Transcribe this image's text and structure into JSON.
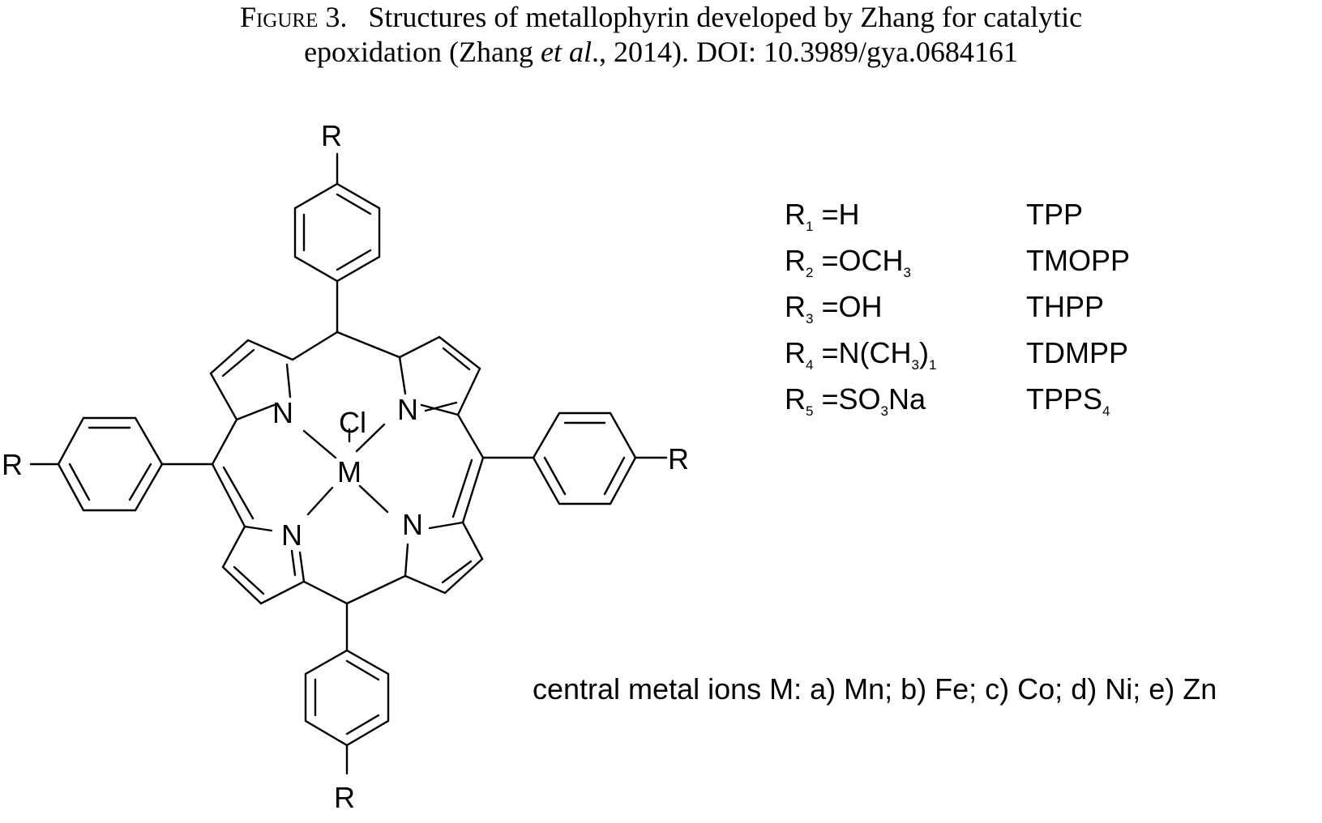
{
  "caption": {
    "figure_label": "Figure 3.",
    "line1": "Structures of metallophyrin developed by Zhang for catalytic",
    "line2_pre": "epoxidation (Zhang ",
    "line2_italic": "et al",
    "line2_post": "., 2014). DOI: 10.3989/gya.0684161"
  },
  "atoms": {
    "R": "R",
    "N": "N",
    "M": "M",
    "Cl": "Cl"
  },
  "substituents": [
    {
      "r": "R",
      "num": "1",
      "group": "=H",
      "group_sub": "",
      "group_tail": "",
      "abbr": "TPP",
      "abbr_sub": ""
    },
    {
      "r": "R",
      "num": "2",
      "group": "=OCH",
      "group_sub": "3",
      "group_tail": "",
      "abbr": "TMOPP",
      "abbr_sub": ""
    },
    {
      "r": "R",
      "num": "3",
      "group": "=OH",
      "group_sub": "",
      "group_tail": "",
      "abbr": "THPP",
      "abbr_sub": ""
    },
    {
      "r": "R",
      "num": "4",
      "group": "=N(CH",
      "group_sub": "3",
      "group_tail": ")",
      "tail_sub": "1",
      "abbr": "TDMPP",
      "abbr_sub": ""
    },
    {
      "r": "R",
      "num": "5",
      "group": "=SO",
      "group_sub": "3",
      "group_tail": "Na",
      "abbr": "TPPS",
      "abbr_sub": "4"
    }
  ],
  "metals_note": "central metal ions M: a) Mn; b) Fe; c) Co; d) Ni; e) Zn"
}
